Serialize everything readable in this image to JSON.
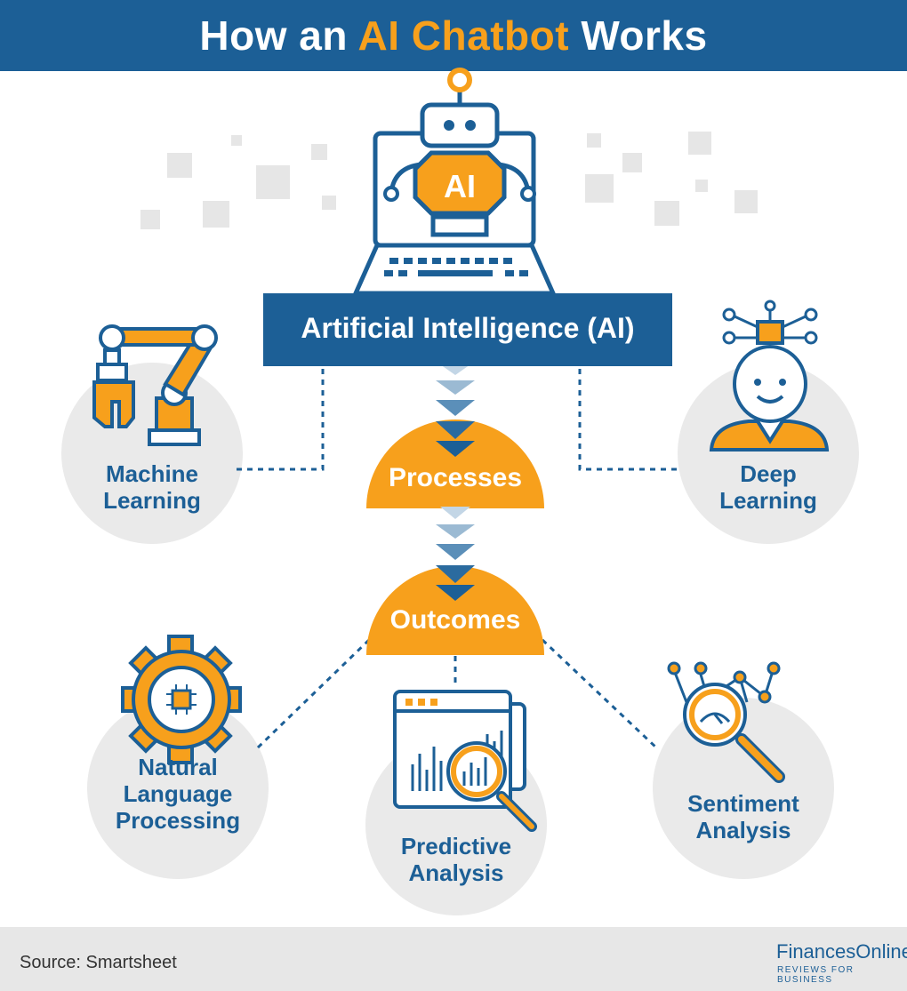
{
  "header": {
    "title_prefix": "How an",
    "title_accent": "AI Chatbot",
    "title_suffix": "Works"
  },
  "robot": {
    "badge": "AI"
  },
  "center": {
    "ai_box_label": "Artificial Intelligence (AI)",
    "processes_label": "Processes",
    "outcomes_label": "Outcomes"
  },
  "processes": [
    {
      "label": "Machine\nLearning",
      "icon": "robotic-arm-icon"
    },
    {
      "label": "Deep\nLearning",
      "icon": "head-circuit-icon"
    }
  ],
  "outcomes": [
    {
      "label": "Natural\nLanguage\nProcessing",
      "icon": "gear-chip-icon"
    },
    {
      "label": "Predictive\nAnalysis",
      "icon": "chart-magnifier-icon"
    },
    {
      "label": "Sentiment\nAnalysis",
      "icon": "network-magnifier-icon"
    }
  ],
  "footer": {
    "source": "Source: Smartsheet",
    "brand_name": "FinancesOnline",
    "brand_tagline": "REVIEWS FOR BUSINESS"
  },
  "colors": {
    "blue": "#1c5f96",
    "orange": "#f7a01c",
    "light_gray": "#eaeaea",
    "footer_gray": "#e7e7e7"
  }
}
